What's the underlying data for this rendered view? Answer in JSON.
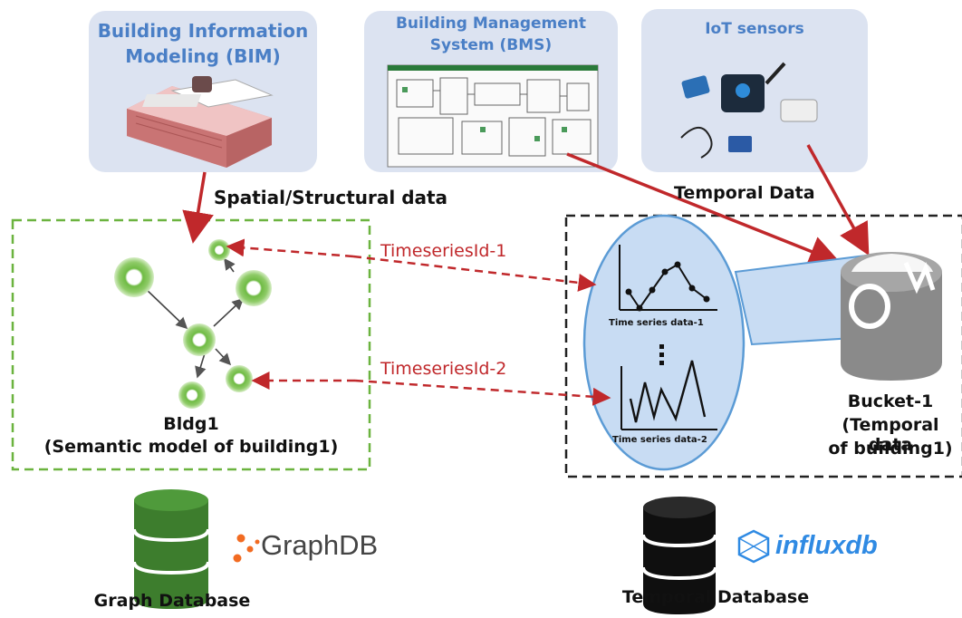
{
  "sources": {
    "bim": {
      "title_line1": "Building Information",
      "title_line2": "Modeling (BIM)"
    },
    "bms": {
      "title_line1": "Building Management",
      "title_line2": "System (BMS)"
    },
    "iot": {
      "title": "IoT sensors"
    }
  },
  "flow_labels": {
    "spatial": "Spatial/Structural data",
    "temporal": "Temporal Data"
  },
  "graph_model": {
    "name": "Bldg1",
    "description": "(Semantic model of building1)"
  },
  "links": {
    "ts1": "TimeseriesId-1",
    "ts2": "TimeseriesId-2"
  },
  "timeseries": {
    "label1": "Time series data-1",
    "label2": "Time series data-2"
  },
  "bucket": {
    "line1": "Bucket-1",
    "line2": "(Temporal data",
    "line3": "of building1)"
  },
  "databases": {
    "graph": {
      "logo_text": "GraphDB",
      "caption": "Graph Database"
    },
    "temporal": {
      "logo_text": "influxdb",
      "caption": "Temporal Database"
    }
  },
  "colors": {
    "source_box": "#dce3f1",
    "source_title": "#4a7fc6",
    "arrow_red": "#c0282b",
    "graph_border": "#6bb33f",
    "node_green": "#7cc24e",
    "db_green": "#3d7d2d",
    "bubble": "#c8dcf3",
    "bucket_gray": "#8a8a8a",
    "graphdb_orange": "#f26b21",
    "influx_blue": "#2f8ae3"
  }
}
